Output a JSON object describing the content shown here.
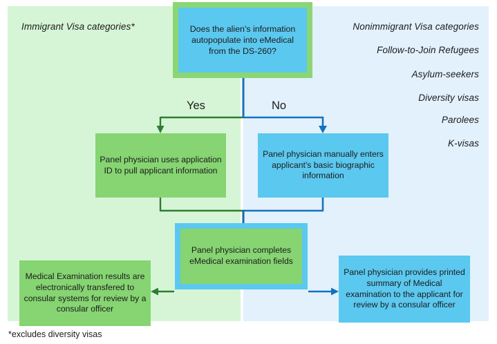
{
  "figure": {
    "footnote": "*excludes diversity visas"
  },
  "panels": {
    "immigrant": {
      "heading": "Immigrant Visa categories*",
      "fill": "#D6F5D6"
    },
    "nonimmigrant": {
      "heading": "Nonimmigrant Visa categories",
      "fill": "#E2F1FC",
      "categories": [
        "Follow-to-Join Refugees",
        "Asylum-seekers",
        "Diversity visas",
        "Parolees",
        "K-visas"
      ]
    }
  },
  "nodes": {
    "decision": {
      "text": "Does the alien's information autopopulate into eMedical from the DS-260?",
      "fill": "#5BC8EF",
      "border": "#8BD674"
    },
    "yes_action": {
      "text": "Panel physician uses application ID to pull applicant information",
      "fill": "#86D472"
    },
    "no_action": {
      "text": "Panel physician manually enters applicant's  basic biographic information",
      "fill": "#5BC8EF"
    },
    "merge": {
      "text": "Panel physician completes eMedical examination fields",
      "fill": "#86D472",
      "border": "#5BC8EF"
    },
    "outcome_left": {
      "text": "Medical Examination results are electronically transfered to consular systems for review by a consular officer",
      "fill": "#86D472"
    },
    "outcome_right": {
      "text": "Panel physician provides printed summary of Medical examination to the applicant for review by a consular officer",
      "fill": "#5BC8EF"
    }
  },
  "branches": {
    "yes_label": "Yes",
    "no_label": "No",
    "green_line": "#2E7D32",
    "blue_line": "#1273BF"
  }
}
